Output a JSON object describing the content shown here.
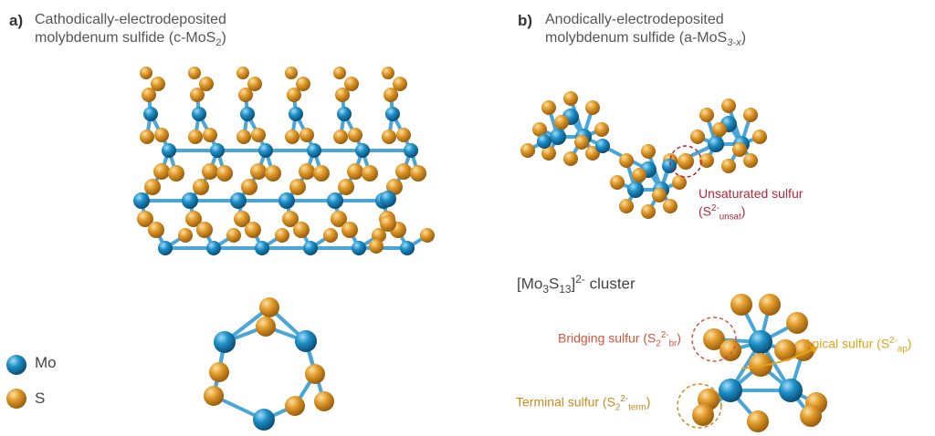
{
  "panel_a": {
    "letter": "a)",
    "title_line1": "Cathodically-electrodeposited",
    "title_line2_prefix": "molybdenum sulfide (c-MoS",
    "title_line2_sub": "2",
    "title_line2_suffix": ")"
  },
  "panel_b": {
    "letter": "b)",
    "title_line1": "Anodically-electrodeposited",
    "title_line2_prefix": "molybdenum sulfide (a-MoS",
    "title_line2_sub": "3-x",
    "title_line2_suffix": ")",
    "unsat_label": "Unsaturated sulfur",
    "unsat_formula_open": "(S",
    "unsat_formula_sup": "2-",
    "unsat_formula_sub": "unsat",
    "unsat_formula_close": ")",
    "cluster_title_prefix": "[Mo",
    "cluster_title_sub1": "3",
    "cluster_title_mid": "S",
    "cluster_title_sub2": "13",
    "cluster_title_close": "]",
    "cluster_title_sup": "2-",
    "cluster_title_suffix": " cluster",
    "bridging_prefix": "Bridging sulfur (S",
    "bridging_sub": "2",
    "bridging_sup": "2-",
    "bridging_sub2": "br",
    "bridging_suffix": ")",
    "apical_prefix": "Apical sulfur (S",
    "apical_sup": "2-",
    "apical_sub": "ap",
    "apical_suffix": ")",
    "terminal_prefix": "Terminal sulfur (S",
    "terminal_sub": "2",
    "terminal_sup": "2-",
    "terminal_sub2": "term",
    "terminal_suffix": ")"
  },
  "legend": {
    "mo_label": "Mo",
    "s_label": "S"
  },
  "colors": {
    "mo": "#1e8fc6",
    "s": "#e09a2a",
    "bond": "#4aa6d6",
    "unsat_ring": "#b2283a",
    "bridging_ring": "#d2543c",
    "terminal_ring": "#c98a1e",
    "apical_arrow": "#e8a21a"
  }
}
